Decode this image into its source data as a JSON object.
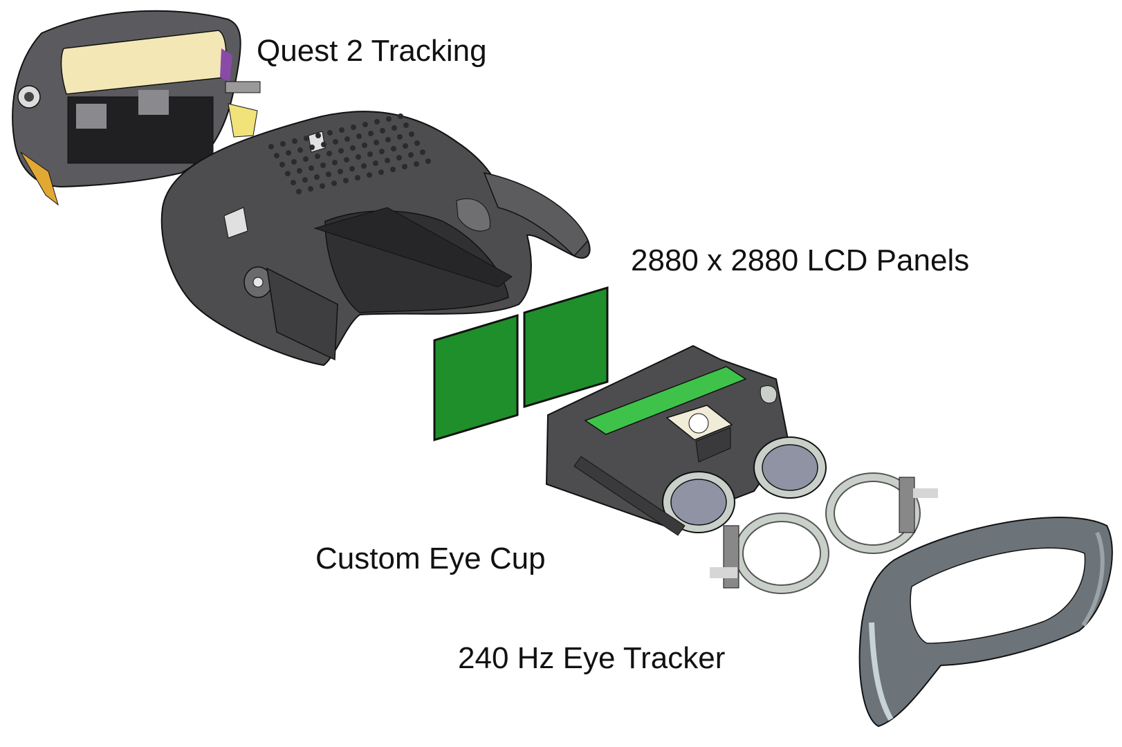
{
  "labels": {
    "tracking": "Quest 2 Tracking",
    "panels": "2880 x 2880 LCD Panels",
    "eye_cup": "Custom Eye Cup",
    "eye_tracker": "240 Hz Eye Tracker"
  },
  "colors": {
    "housing": "#4d4d4f",
    "housing_dark": "#303032",
    "panel_green": "#1e8f2a",
    "pcb_green": "#3fc24a",
    "board_cream": "#f3e7b5",
    "lens_gray": "#8f93a4",
    "ring_gray": "#c9d0c9",
    "facial_interface": "#7a8288",
    "outline": "#111111"
  }
}
